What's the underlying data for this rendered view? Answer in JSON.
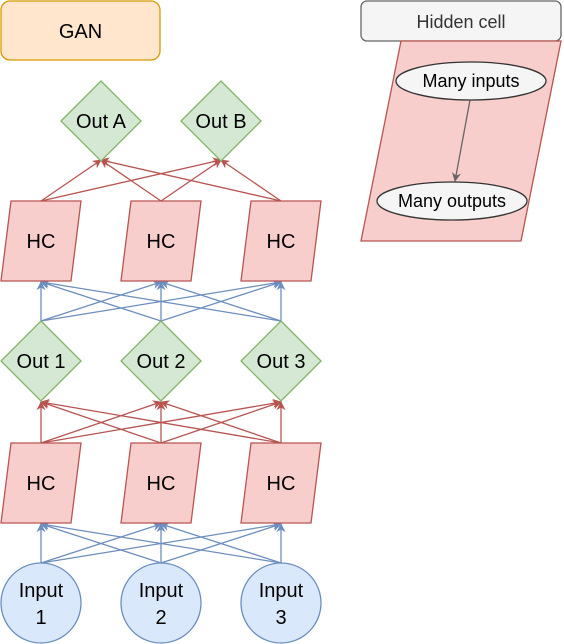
{
  "title": "GAN",
  "outputs_top": [
    "Out A",
    "Out B"
  ],
  "hidden_upper": [
    "HC",
    "HC",
    "HC"
  ],
  "outputs_mid": [
    "Out 1",
    "Out 2",
    "Out 3"
  ],
  "hidden_lower": [
    "HC",
    "HC",
    "HC"
  ],
  "inputs": [
    {
      "line1": "Input",
      "line2": "1"
    },
    {
      "line1": "Input",
      "line2": "2"
    },
    {
      "line1": "Input",
      "line2": "3"
    }
  ],
  "legend": {
    "title": "Hidden cell",
    "inputs": "Many inputs",
    "outputs": "Many outputs"
  },
  "colors": {
    "title_fill": "#ffe6cc",
    "title_stroke": "#d79b00",
    "diamond_fill": "#d5e8d4",
    "diamond_stroke": "#82b366",
    "hc_fill": "#f8cecc",
    "hc_stroke": "#b85450",
    "input_fill": "#dae8fc",
    "input_stroke": "#6c8ebf",
    "blue_edge": "#6c8ebf",
    "red_edge": "#b85450",
    "legend_box": "#f5f5f5",
    "legend_box_stroke": "#666666",
    "ellipse_fill": "#f5f5f5",
    "legend_arrow": "#666666"
  }
}
